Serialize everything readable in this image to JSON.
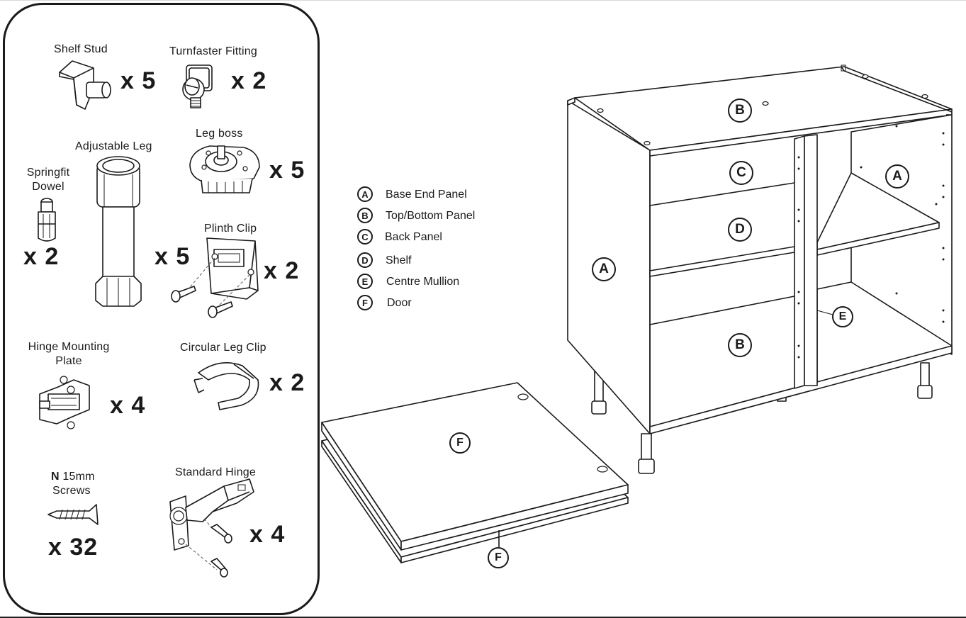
{
  "parts": {
    "shelf_stud": {
      "label": "Shelf Stud",
      "qty": "x 5",
      "icon": "shelf-stud-icon"
    },
    "turnfaster": {
      "label": "Turnfaster Fitting",
      "qty": "x 2",
      "icon": "turnfaster-fitting-icon"
    },
    "leg_boss": {
      "label": "Leg boss",
      "qty": "x 5",
      "icon": "leg-boss-icon"
    },
    "adjustable_leg": {
      "label": "Adjustable Leg",
      "qty": "x 5",
      "icon": "adjustable-leg-icon"
    },
    "springfit_dowel": {
      "label_line1": "Springfit",
      "label_line2": "Dowel",
      "qty": "x 2",
      "icon": "springfit-dowel-icon"
    },
    "plinth_clip": {
      "label": "Plinth Clip",
      "qty": "x 2",
      "icon": "plinth-clip-icon"
    },
    "hinge_mounting_plate": {
      "label_line1": "Hinge Mounting",
      "label_line2": "Plate",
      "qty": "x 4",
      "icon": "hinge-mounting-plate-icon"
    },
    "circular_leg_clip": {
      "label": "Circular Leg Clip",
      "qty": "x 2",
      "icon": "circular-leg-clip-icon"
    },
    "screws": {
      "code": "N",
      "label_line1": "15mm",
      "label_line2": "Screws",
      "qty": "x 32",
      "icon": "screw-icon"
    },
    "standard_hinge": {
      "label": "Standard Hinge",
      "qty": "x 4",
      "icon": "standard-hinge-icon"
    }
  },
  "legend": [
    {
      "letter": "A",
      "text": "Base End Panel"
    },
    {
      "letter": "B",
      "text": "Top/Bottom Panel"
    },
    {
      "letter": "C",
      "text": "Back Panel"
    },
    {
      "letter": "D",
      "text": "Shelf"
    },
    {
      "letter": "E",
      "text": "Centre Mullion"
    },
    {
      "letter": "F",
      "text": "Door"
    }
  ],
  "callouts": {
    "top_panel": "B",
    "back_panel": "C",
    "shelf": "D",
    "bottom_panel": "B",
    "left_end_panel": "A",
    "right_end_panel": "A",
    "centre_mullion": "E",
    "door_top": "F",
    "door_bottom": "F"
  },
  "colors": {
    "line": "#1a1a1a",
    "background": "#ffffff"
  }
}
